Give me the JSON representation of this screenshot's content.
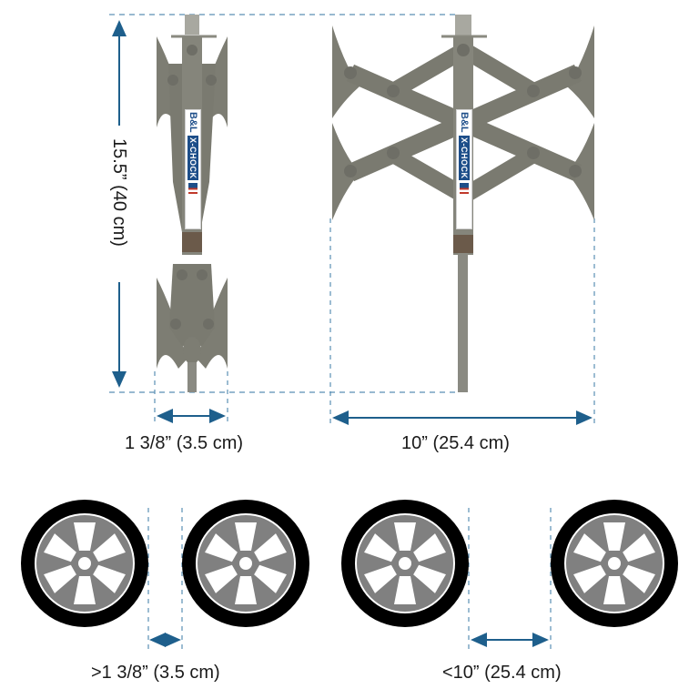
{
  "colors": {
    "dimension_line": "#1e5f8c",
    "dashed_guide": "#5a8fb5",
    "metal": "#7d7d73",
    "metal_dark": "#5f5f57",
    "brown_block": "#6b5a4a",
    "tire": "#000000",
    "rim": "#808080",
    "brand_blue": "#1d4e89"
  },
  "product": {
    "brand_short": "B&L",
    "brand_name": "X-CHOCK"
  },
  "dimensions": {
    "height_label": "15.5” (40 cm)",
    "collapsed_width_label": "1 3/8” (3.5 cm)",
    "expanded_width_label": "10” (25.4 cm)",
    "min_gap_label": ">1 3/8” (3.5 cm)",
    "max_gap_label": "<10” (25.4 cm)"
  },
  "figures": [
    {
      "name": "collapsed-chock",
      "state": "collapsed"
    },
    {
      "name": "expanded-chock",
      "state": "expanded"
    },
    {
      "name": "tire-pair-min-gap",
      "tires": 2
    },
    {
      "name": "tire-pair-max-gap",
      "tires": 2
    }
  ]
}
